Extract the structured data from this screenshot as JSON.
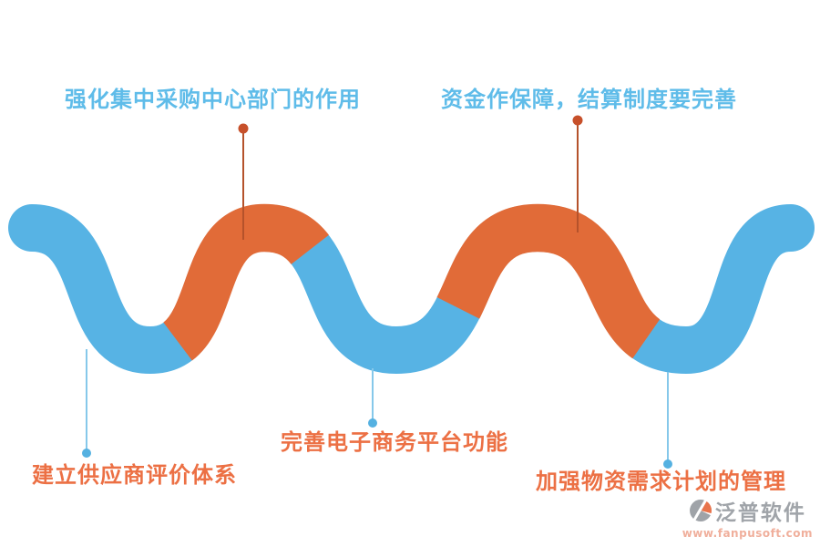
{
  "figure": {
    "type": "serpentine-flow-infographic",
    "background": "#FFFFFF"
  },
  "ribbon": {
    "blue": "#57B3E4",
    "orange": "#E16B38"
  },
  "callouts": [
    {
      "label": "强化集中采购中心部门的作用",
      "position": "top-left",
      "text_color": "#5FBCE9",
      "dot_color": "#C7502A",
      "line_color": "#B5522B"
    },
    {
      "label": "资金作保障，结算制度要完善",
      "position": "top-right",
      "text_color": "#5FBCE9",
      "dot_color": "#C7502A",
      "line_color": "#B5522B"
    },
    {
      "label": "建立供应商评价体系",
      "position": "bottom-left",
      "text_color": "#EC7044",
      "dot_color": "#55B1E1",
      "line_color": "#86C8EA"
    },
    {
      "label": "完善电子商务平台功能",
      "position": "bottom-middle",
      "text_color": "#EC7044",
      "dot_color": "#55B1E1",
      "line_color": "#86C8EA"
    },
    {
      "label": "加强物资需求计划的管理",
      "position": "bottom-right",
      "text_color": "#EC7044",
      "dot_color": "#55B1E1",
      "line_color": "#86C8EA"
    }
  ],
  "watermark": {
    "brand": "泛普软件",
    "url": "www.fanpusoft.com",
    "brand_color": "#A0A4A9",
    "url_color": "#F0AF9C",
    "icon_gray": "#9FA3A8",
    "icon_orange": "#E8744C"
  }
}
